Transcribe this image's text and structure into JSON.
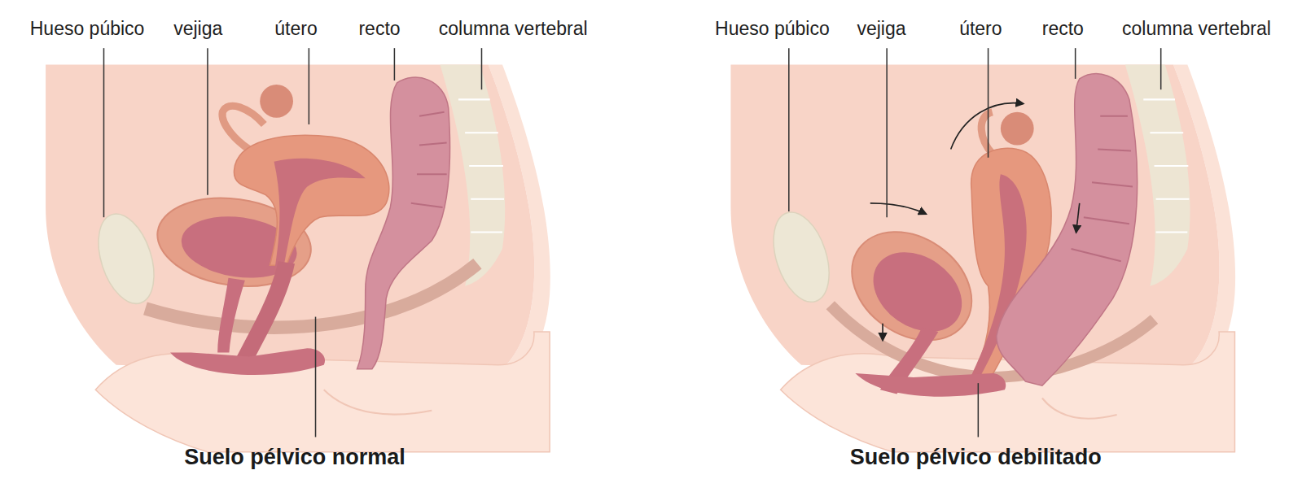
{
  "diagram": {
    "labels": [
      "Hueso púbico",
      "vejiga",
      "útero",
      "recto",
      "columna vertebral",
      "Suelo pélvico normal",
      "Hueso púbico",
      "vejiga",
      "útero",
      "recto",
      "columna vertebral",
      "Suelo pélvico debilitado"
    ]
  }
}
